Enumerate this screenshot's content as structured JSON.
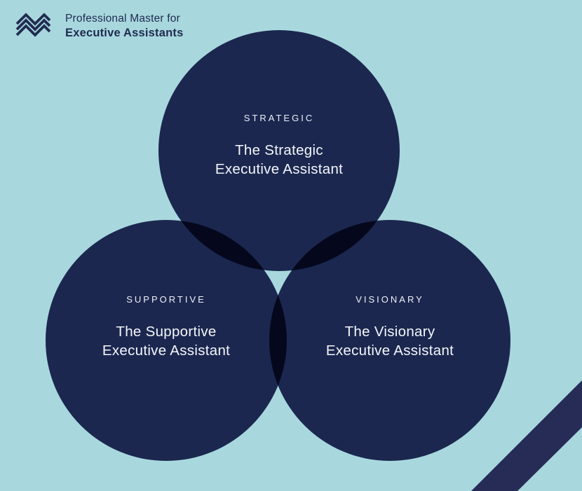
{
  "brand": {
    "line1": "Professional Master for",
    "line2": "Executive Assistants"
  },
  "diagram": {
    "type": "venn",
    "circles": [
      {
        "id": "strategic",
        "label": "STRATEGIC",
        "title_line1": "The Strategic",
        "title_line2": "Executive Assistant"
      },
      {
        "id": "supportive",
        "label": "SUPPORTIVE",
        "title_line1": "The Supportive",
        "title_line2": "Executive Assistant"
      },
      {
        "id": "visionary",
        "label": "VISIONARY",
        "title_line1": "The Visionary",
        "title_line2": "Executive Assistant"
      }
    ]
  },
  "colors": {
    "background": "#A8D8DE",
    "circle_blend_fill": "#292E5B",
    "circle_flat": "#1B274F",
    "double_overlap": "#05081E",
    "triple_overlap": "#02030E",
    "stripe": "#262C55",
    "brand_text": "#212C50",
    "circle_text": "#F4F7FA"
  }
}
